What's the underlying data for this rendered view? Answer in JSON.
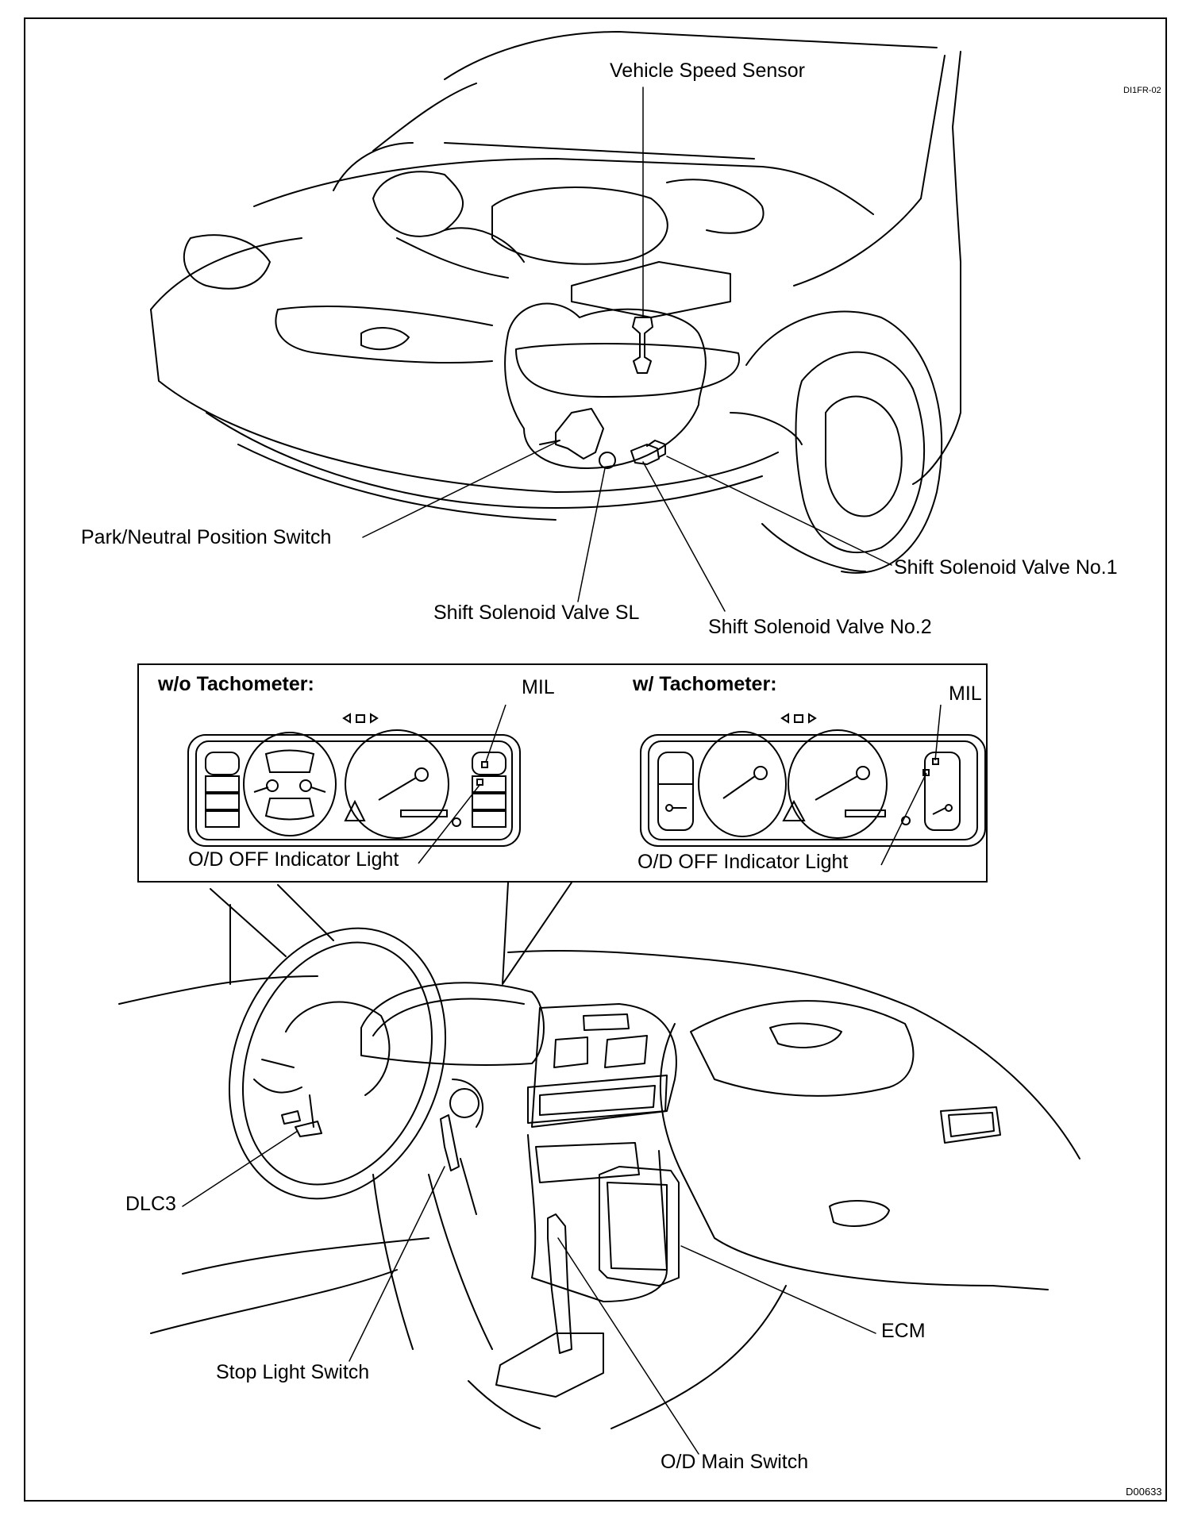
{
  "figure_codes": {
    "top": "DI1FR-02",
    "bottom": "D00633"
  },
  "engine_labels": {
    "vehicle_speed_sensor": "Vehicle Speed Sensor",
    "park_neutral_switch": "Park/Neutral Position Switch",
    "shift_solenoid_no1": "Shift Solenoid Valve No.1",
    "shift_solenoid_sl": "Shift Solenoid Valve SL",
    "shift_solenoid_no2": "Shift Solenoid Valve No.2"
  },
  "inset": {
    "left_title": "w/o Tachometer:",
    "right_title": "w/ Tachometer:",
    "mil_left": "MIL",
    "mil_right": "MIL",
    "od_off_left": "O/D OFF Indicator Light",
    "od_off_right": "O/D OFF Indicator Light"
  },
  "interior_labels": {
    "dlc3": "DLC3",
    "stop_light_switch": "Stop Light Switch",
    "ecm": "ECM",
    "od_main_switch": "O/D Main Switch"
  }
}
